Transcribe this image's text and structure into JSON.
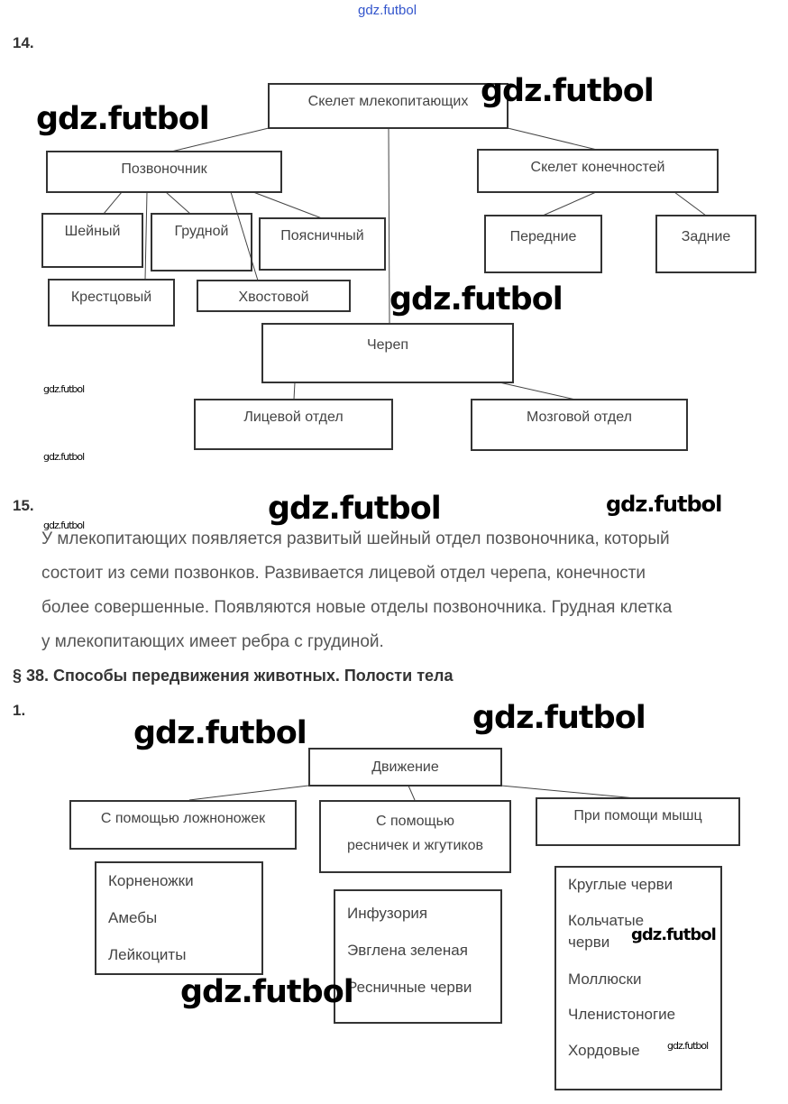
{
  "watermark": "gdz.futbol",
  "task14": {
    "number": "14.",
    "boxes": {
      "root": "Скелет млекопитающих",
      "spine": "Позвоночник",
      "limbs": "Скелет конечностей",
      "cervical": "Шейный",
      "thoracic": "Грудной",
      "lumbar": "Поясничный",
      "front": "Передние",
      "hind": "Задние",
      "sacral": "Крестцовый",
      "caudal": "Хвостовой",
      "skull": "Череп",
      "facial": "Лицевой отдел",
      "brain": "Мозговой отдел"
    }
  },
  "task15": {
    "number": "15.",
    "lines": [
      "У млекопитающих появляется развитый шейный отдел позвоночника, который",
      "состоит из семи позвонков. Развивается лицевой отдел черепа, конечности",
      "более совершенные. Появляются новые отделы позвоночника. Грудная клетка",
      "у млекопитающих имеет ребра с грудиной."
    ]
  },
  "section": {
    "heading": "§ 38. Способы передвижения животных. Полости тела"
  },
  "task1": {
    "number": "1.",
    "root": "Движение",
    "branches": [
      {
        "label": "С помощью ложноножек",
        "items": [
          "Корненожки",
          "Амебы",
          "Лейкоциты"
        ]
      },
      {
        "label_lines": [
          "С помощью",
          "ресничек и жгутиков"
        ],
        "items": [
          "Инфузория",
          "Эвглена зеленая",
          "Ресничные черви"
        ]
      },
      {
        "label": "При помощи мышц",
        "items": [
          "Круглые черви",
          "Кольчатые черви",
          "Моллюски",
          "Членистоногие",
          "Хордовые"
        ]
      }
    ]
  }
}
